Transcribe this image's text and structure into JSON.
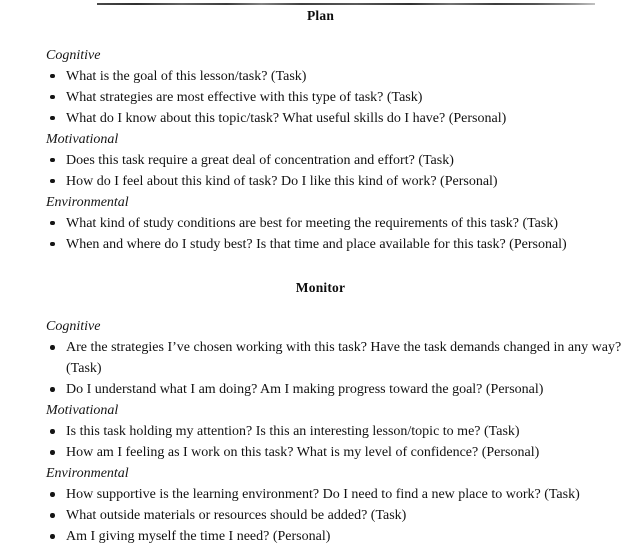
{
  "document": {
    "has_top_rule": true,
    "bullet_glyph": "round-dot",
    "text_color": "#111111",
    "background_color": "#ffffff"
  },
  "sections": [
    {
      "title": "Plan",
      "groups": [
        {
          "subheading": "Cognitive",
          "items": [
            "What is the goal of this lesson/task? (Task)",
            "What strategies are most effective with this type of task? (Task)",
            "What do I know about this topic/task? What useful skills do I have? (Personal)"
          ]
        },
        {
          "subheading": "Motivational",
          "items": [
            "Does this task require a great deal of concentration and effort? (Task)",
            "How do I feel about this kind of task? Do I like this kind of work? (Personal)"
          ]
        },
        {
          "subheading": "Environmental",
          "items": [
            "What kind of study conditions are best for meeting the requirements of this task? (Task)",
            "When and where do I study best? Is that time and place available for this task? (Personal)"
          ]
        }
      ]
    },
    {
      "title": "Monitor",
      "groups": [
        {
          "subheading": "Cognitive",
          "items": [
            "Are the strategies I’ve chosen working with this task? Have the task demands changed in any way? (Task)",
            "Do I understand what I am doing? Am I making progress toward the goal? (Personal)"
          ]
        },
        {
          "subheading": "Motivational",
          "items": [
            "Is this task holding my attention? Is this an interesting lesson/topic to me? (Task)",
            "How am I feeling as I work on this task? What is my level of confidence? (Personal)"
          ]
        },
        {
          "subheading": "Environmental",
          "items": [
            "How supportive is the learning environment? Do I need to find a new place to work? (Task)",
            "What outside materials or resources should be added? (Task)",
            "Am I giving myself the time I need? (Personal)"
          ]
        }
      ]
    }
  ]
}
